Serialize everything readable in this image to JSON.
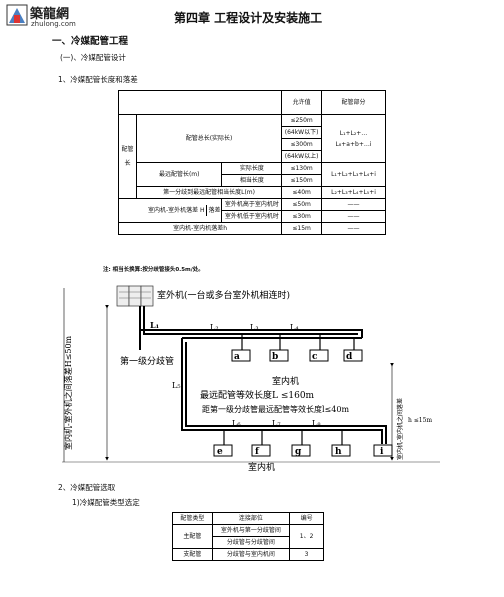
{
  "logo": {
    "name": "築龍網",
    "url": "zhulong.com"
  },
  "chapter_title": "第四章  工程设计及安装施工",
  "section1": "一、冷媒配管工程",
  "sub1": "(一)、冷媒配管设计",
  "item1": "1、冷媒配管长度和落差",
  "table1": {
    "header_allow": "允许值",
    "header_part": "配管部分",
    "group_label": "配管长",
    "total_label": "配管总长(实际长)",
    "total_val_1": "≤250m",
    "total_cond_1": "(64kW以下)",
    "total_val_2": "≤300m",
    "total_cond_2": "(64kW以上)",
    "total_part": "L₁+L₂+…L₈+a+b+…i",
    "far_label": "最远配管长(m)",
    "far_actual_label": "实际长度",
    "far_actual_val": "≤130m",
    "far_equiv_label": "相当长度",
    "far_equiv_val": "≤150m",
    "far_part": "L₁+L₂+L₃+L₄+i",
    "branch_label": "第一分歧到最远配管相当长度L(m)",
    "branch_val": "≤40m",
    "branch_part": "L₂+L₃+L₄+L₅+i",
    "drop_group": "落差",
    "indoor_out_label": "室内机-室外机落差 H",
    "out_high_label": "室外机高于室内机时",
    "out_high_val": "≤50m",
    "out_low_label": "室外机低于室内机时",
    "out_low_val": "≤30m",
    "dash": "——",
    "indoor_indoor_label": "室内机-室内机落差h",
    "indoor_indoor_val": "≤15m"
  },
  "note": "注: 相当长换算:按分歧管接头0.5m/处。",
  "diagram": {
    "outdoor_label": "室外机(一台或多台室外机相连时)",
    "first_branch": "第一级分歧管",
    "indoor_label": "室内机",
    "max_len": "最远配管等效长度L ≤160m",
    "first_to_far": "距第一级分歧管最远配管等效长度l≤40m",
    "indoor_bottom": "室内机",
    "H_label": "室内机-室外机之间落差H≤50m",
    "h_label": "室内机-室内机之间落差",
    "h_val": "h ≤15m",
    "L1": "L₁",
    "L2": "L₂",
    "L3": "L₃",
    "L4": "L₄",
    "L5": "L₅",
    "L6": "L₆",
    "L7": "L₇",
    "L8": "L₈",
    "units_top": [
      "a",
      "b",
      "c",
      "d"
    ],
    "units_bottom": [
      "e",
      "f",
      "g",
      "h",
      "i"
    ]
  },
  "item2": "2、冷媒配管选取",
  "item2_1": "1)冷媒配管类型选定",
  "table2": {
    "h_type": "配管类型",
    "h_pos": "连接部位",
    "h_no": "编号",
    "main": "主配管",
    "main_pos1": "室外机与第一分歧管间",
    "main_pos2": "分歧管与分歧管间",
    "main_no": "1、2",
    "branch": "支配管",
    "branch_pos": "分歧管与室内机间",
    "branch_no": "3"
  }
}
